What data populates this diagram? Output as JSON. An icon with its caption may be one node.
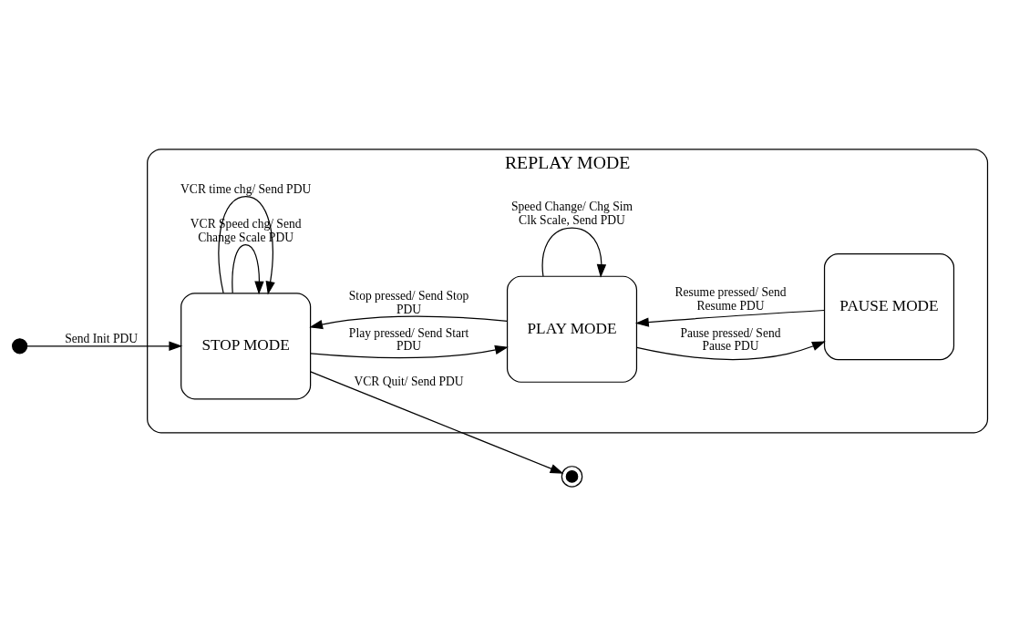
{
  "diagram": {
    "nodes": [
      {
        "text": [
          "REPLAY MODE"
        ]
      },
      {
        "text": [
          "STOP MODE"
        ],
        "in": 0
      },
      {
        "text": [
          "PLAY MODE"
        ],
        "in": 0
      },
      {
        "text": [
          "PAUSE MODE"
        ],
        "in": 0
      },
      {
        "text": [],
        "shape": "circle"
      },
      {
        "text": [],
        "shape": "bullseye"
      }
    ],
    "edges": [
      {
        "from": 4,
        "to": 1,
        "arrow": "to",
        "label": "Send Init PDU"
      },
      {
        "from": 1,
        "to": 1,
        "arrow": "to",
        "label": "VCR Speed chg/ Send Change Scale PDU"
      },
      {
        "from": 1,
        "to": 2,
        "arrow": "to",
        "label": "Play pressed/ Send Start PDU"
      },
      {
        "from": 2,
        "to": 2,
        "arrow": "to",
        "label": "Speed Change/ Chg Sim Clk Scale, Send PDU"
      },
      {
        "from": 2,
        "to": 3,
        "arrow": "to",
        "label": "Pause pressed/ Send Pause PDU"
      },
      {
        "from": 3,
        "to": 2,
        "arrow": "to",
        "label": "Resume pressed/ Send Resume PDU"
      },
      {
        "from": 2,
        "to": 1,
        "arrow": "to",
        "label": "Stop pressed/ Send Stop PDU"
      },
      {
        "from": 1,
        "to": 1,
        "arrow": "to",
        "label": "VCR time chg/ Send PDU"
      },
      {
        "from": 1,
        "to": 5,
        "arrow": "to",
        "label": "VCR Quit/ Send PDU"
      }
    ]
  }
}
